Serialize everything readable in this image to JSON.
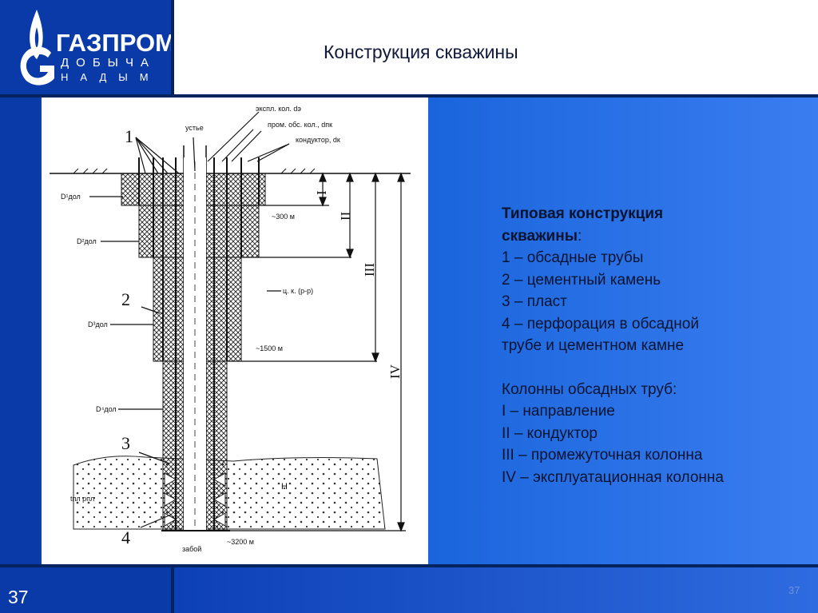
{
  "logo": {
    "brand": "ГАЗПРОМ",
    "sub1": "ДОБЫЧА",
    "sub2": "НАДЫМ"
  },
  "header": {
    "title": "Конструкция скважины"
  },
  "info": {
    "heading_line1": "Типовая конструкция",
    "heading_line2_bold": "скважины",
    "heading_line2_tail": ":",
    "items": [
      "1 – обсадные трубы",
      "2 – цементный камень",
      "3 – пласт",
      "4 – перфорация в обсадной",
      "трубе и цементном камне"
    ],
    "columns_title": "Колонны обсадных труб:",
    "columns": [
      "I – направление",
      "II – кондуктор",
      "III – промежуточная колонна",
      "IV – эксплуатационная колонна"
    ]
  },
  "diagram": {
    "label_1": "1",
    "label_2": "2",
    "label_3": "3",
    "label_4": "4",
    "ustye": "устье",
    "top_label_a": "экспл. кол. dэ",
    "top_label_b": "пром. обс. кол., dпк",
    "top_label_c": "кондуктор, dк",
    "depth_300": "~300 м",
    "depth_1500": "~1500 м",
    "depth_3200": "~3200 м",
    "cement_label": "ц. к. (р-р)",
    "zaboy": "забой",
    "d1": "D¹дол",
    "d2": "D²дол",
    "d3": "D³дол",
    "d4": "D⁴дол",
    "formation_h": "H",
    "formation_tp": "tпл pпл",
    "roman_I": "I",
    "roman_II": "II",
    "roman_III": "III",
    "roman_IV": "IV"
  },
  "footer": {
    "page_left": "37",
    "page_right": "37"
  }
}
